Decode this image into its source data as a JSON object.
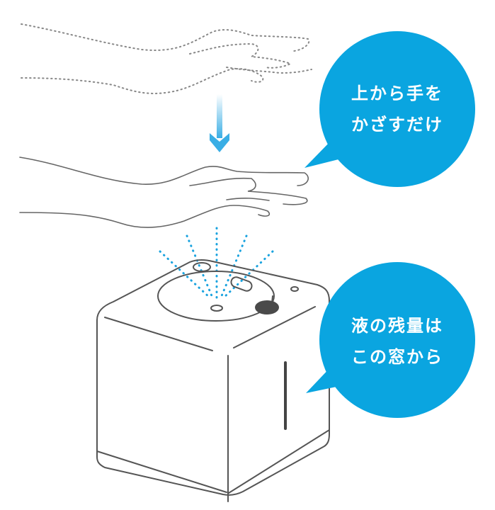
{
  "colors": {
    "accent": "#0aa5e0",
    "line": "#555555",
    "dots": "#888888",
    "arrow_top": "#e6f5fc",
    "arrow_bottom": "#3aaee5",
    "button": "#4a4a4a"
  },
  "bubbles": [
    {
      "id": "hover-hand",
      "lines": [
        "上から手を",
        "かざすだけ"
      ]
    },
    {
      "id": "level-window",
      "lines": [
        "液の残量は",
        "この窓から"
      ]
    }
  ],
  "illustration": {
    "hand_before": "dotted-hand-outline",
    "motion": "down-arrow-icon",
    "hand_after": "solid-hand-outline",
    "device": "cube-sanitizer-dispenser",
    "spray": "mist-dots"
  }
}
